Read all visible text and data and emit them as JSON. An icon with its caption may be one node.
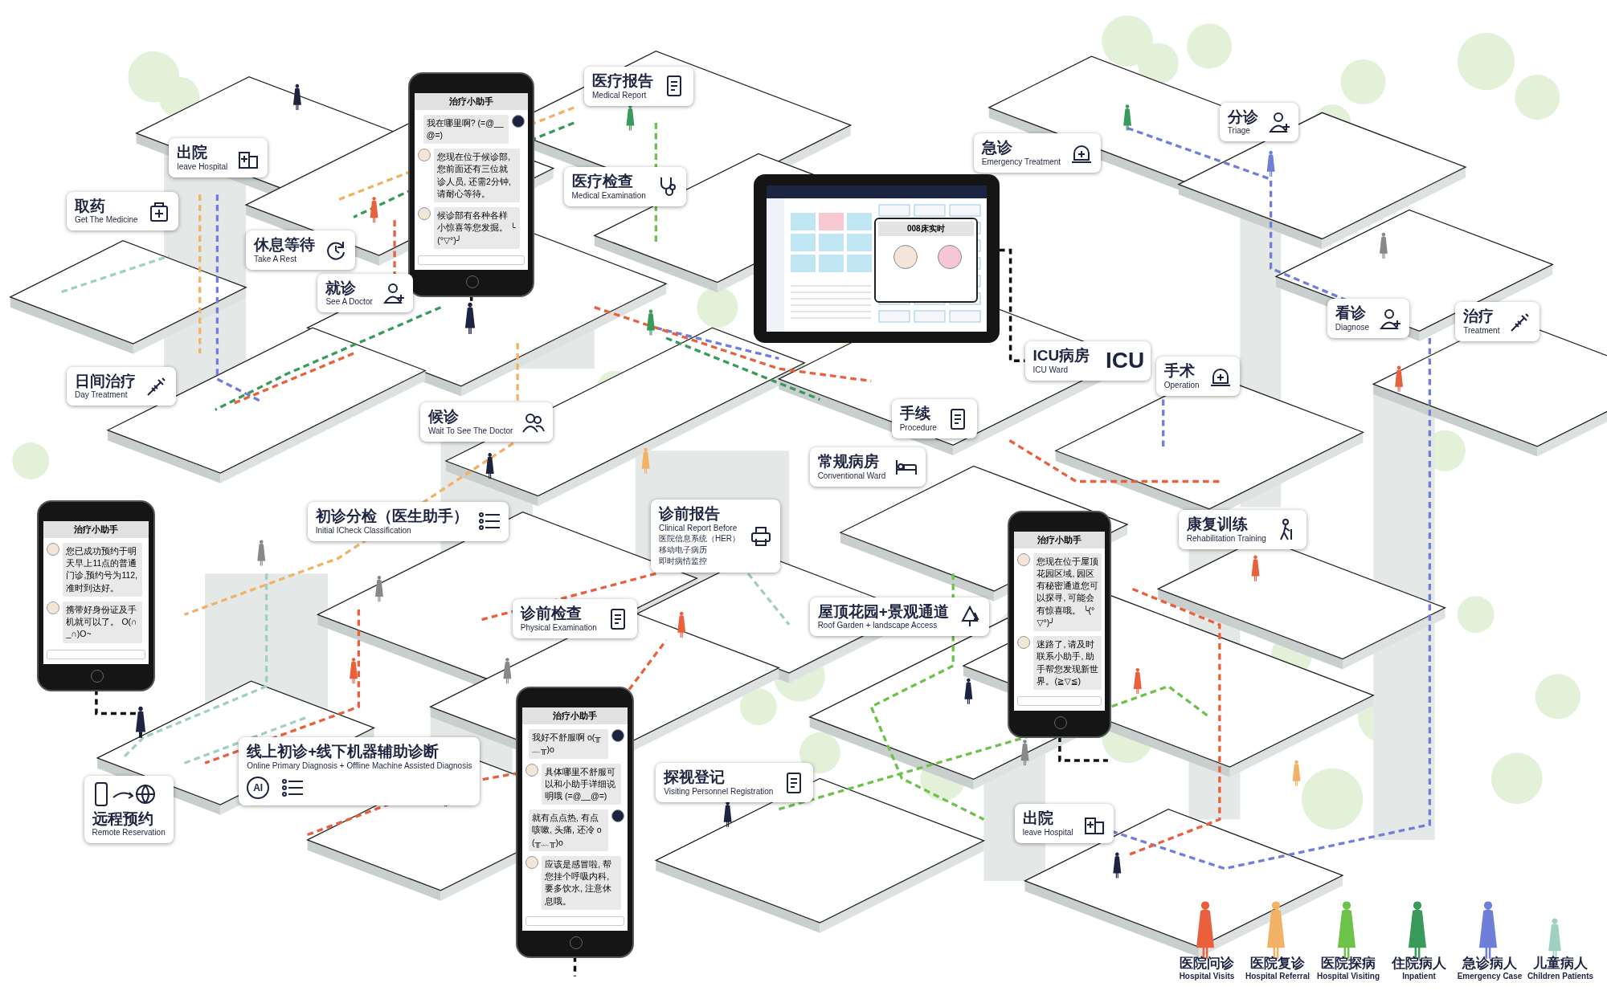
{
  "diagram": {
    "nodes": [
      {
        "text": [
          "医疗报告",
          "Medical Report"
        ]
      },
      {
        "text": [
          "分诊",
          "Triage"
        ]
      },
      {
        "text": [
          "出院",
          "leave Hospital"
        ]
      },
      {
        "text": [
          "急诊",
          "Emergency Treatment"
        ]
      },
      {
        "text": [
          "医疗检查",
          "Medical Examination"
        ]
      },
      {
        "text": [
          "治疗小助手",
          "我在哪里啊? (=@__@=)",
          "您现在位于候诊部, 您前面还有三位就诊人员, 还需2分钟, 请耐心等待。",
          "候诊部有各种各样小惊喜等您发掘。 ╰(°▽°)╯"
        ]
      },
      {
        "text": [
          "008床实时"
        ]
      },
      {
        "text": [
          "取药",
          "Get The Medicine"
        ]
      },
      {
        "text": [
          "休息等待",
          "Take A Rest"
        ]
      },
      {
        "text": [
          "就诊",
          "See A Doctor"
        ]
      },
      {
        "text": [
          "看诊",
          "Diagnose"
        ]
      },
      {
        "text": [
          "治疗",
          "Treatment"
        ]
      },
      {
        "text": [
          "ICU病房",
          "ICU Ward",
          "ICU"
        ]
      },
      {
        "text": [
          "手术",
          "Operation"
        ]
      },
      {
        "text": [
          "日间治疗",
          "Day Treatment"
        ]
      },
      {
        "text": [
          "手续",
          "Procedure"
        ]
      },
      {
        "text": [
          "候诊",
          "Wait To See The Doctor"
        ]
      },
      {
        "text": [
          "常规病房",
          "Conventional Ward"
        ]
      },
      {
        "text": [
          "初诊分检（医生助手）",
          "Initial ICheck Classification"
        ]
      },
      {
        "text": [
          "诊前报告",
          "Clinical Report Before",
          "医院信息系统（HER）",
          "移动电子病历",
          "即时病情监控"
        ]
      },
      {
        "text": [
          "治疗小助手",
          "您已成功预约于明天早上11点的普通门诊,预约号为112,准时到达好。",
          "携带好身份证及手机就可以了。 O(∩_∩)O~"
        ]
      },
      {
        "text": [
          "康复训练",
          "Rehabilitation Training"
        ]
      },
      {
        "text": [
          "治疗小助手",
          "您现在位于屋顶花园区域, 园区有秘密通道您可以探寻, 可能会有惊喜哦。 ╰(°▽°)╯",
          "迷路了, 请及时联系小助手, 助手帮您发现新世界。(≧▽≦)"
        ]
      },
      {
        "text": [
          "诊前检查",
          "Physical Examination"
        ]
      },
      {
        "text": [
          "屋顶花园+景观通道",
          "Roof Garden + landscape Access"
        ]
      },
      {
        "text": [
          "治疗小助手",
          "我好不舒服啊 o(╥﹏╥)o",
          "具体哪里不舒服可以和小助手详细说明哦 (=@__@=)",
          "就有点点热, 有点咳嗽, 头痛, 还冷 o(╥﹏╥)o",
          "应该是感冒啦, 帮您挂个呼吸内科, 要多饮水, 注意休息哦。"
        ]
      },
      {
        "text": [
          "线上初诊+线下机器辅助诊断",
          "Online Primary Diagnosis + Offline Machine Assisted Diagnosis",
          "AI"
        ]
      },
      {
        "text": [
          "探视登记",
          "Visiting Personnel Registration"
        ]
      },
      {
        "text": [
          "远程预约",
          "Remote Reservation"
        ]
      },
      {
        "text": [
          "出院",
          "leave Hospital"
        ]
      },
      {
        "text": [],
        "shape": "person"
      },
      {
        "text": [],
        "shape": "person"
      }
    ],
    "edges": [
      {
        "from": 5,
        "to": 30,
        "arrow": "none",
        "style": "dashed"
      },
      {
        "from": 6,
        "to": 12,
        "arrow": "none",
        "style": "dashed"
      },
      {
        "from": 20,
        "to": 31,
        "arrow": "none",
        "style": "dashed"
      },
      {
        "from": 25,
        "to": null,
        "arrow": "none",
        "style": "dashed"
      },
      {
        "from": 22,
        "to": null,
        "arrow": "none",
        "style": "dashed"
      }
    ],
    "legend": [
      {
        "text": "**医院问诊** Hospital Visits",
        "color": "#e8603c"
      },
      {
        "text": "**医院复诊** Hospital Referral",
        "color": "#f2b266"
      },
      {
        "text": "**医院探病** Hospital Visiting",
        "color": "#6cc24a"
      },
      {
        "text": "**住院病人** Inpatient",
        "color": "#3a9a5b"
      },
      {
        "text": "**急诊病人** Emergency Case",
        "color": "#6f7fd9"
      },
      {
        "text": "**儿童病人** Children Patients",
        "color": "#9fd0c3"
      }
    ]
  }
}
